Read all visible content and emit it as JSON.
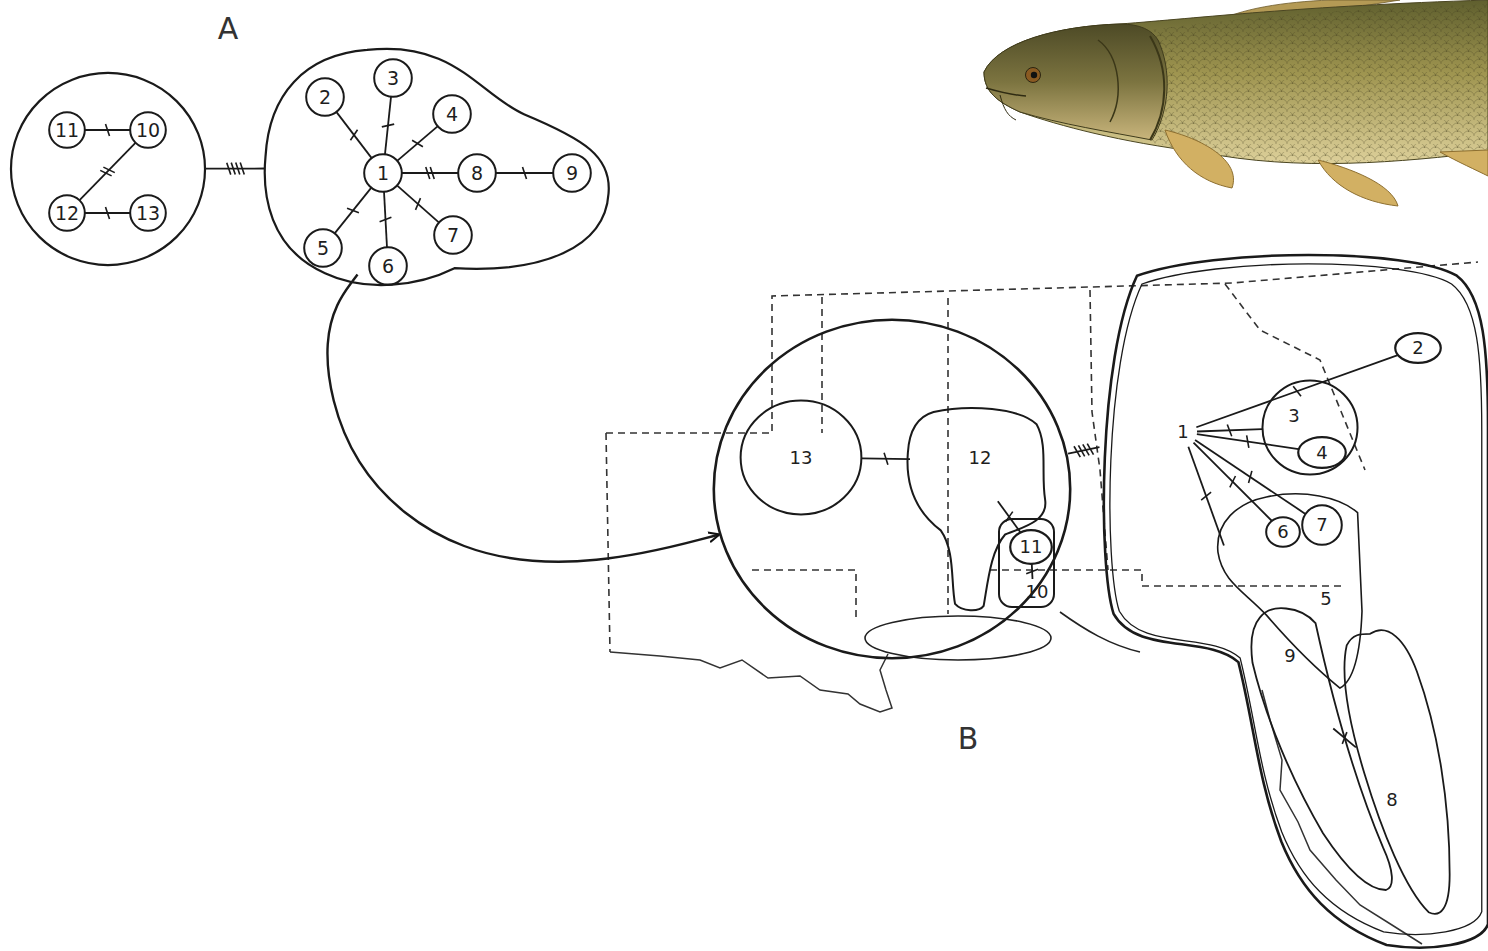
{
  "diagram": {
    "nodes": [
      {
        "text": []
      },
      {
        "text": [
          "11"
        ],
        "in": 0
      },
      {
        "text": [
          "10"
        ],
        "in": 0
      },
      {
        "text": [
          "12"
        ],
        "in": 0
      },
      {
        "text": [
          "13"
        ],
        "in": 0
      },
      {
        "text": []
      },
      {
        "text": [
          "2"
        ],
        "in": 5
      },
      {
        "text": [
          "3"
        ],
        "in": 5
      },
      {
        "text": [
          "4"
        ],
        "in": 5
      },
      {
        "text": [
          "1"
        ],
        "in": 5
      },
      {
        "text": [
          "8"
        ],
        "in": 5
      },
      {
        "text": [
          "9"
        ],
        "in": 5
      },
      {
        "text": [
          "5"
        ],
        "in": 5
      },
      {
        "text": [
          "6"
        ],
        "in": 5
      },
      {
        "text": [
          "7"
        ],
        "in": 5
      },
      {
        "text": []
      },
      {
        "text": [
          "13"
        ],
        "in": 15
      },
      {
        "text": [
          "12"
        ],
        "in": 15
      },
      {
        "text": [
          "10"
        ],
        "in": 15
      },
      {
        "text": [
          "11"
        ],
        "in": 18
      },
      {
        "text": []
      },
      {
        "text": [
          "1"
        ],
        "in": 20
      },
      {
        "text": [
          "2"
        ],
        "in": 20
      },
      {
        "text": [
          "3"
        ],
        "in": 20
      },
      {
        "text": [
          "4"
        ],
        "in": 23
      },
      {
        "text": [
          "5"
        ],
        "in": 20
      },
      {
        "text": [
          "6"
        ],
        "in": 25
      },
      {
        "text": [
          "7"
        ],
        "in": 25
      },
      {
        "text": [
          "9"
        ],
        "in": 20
      },
      {
        "text": [
          "8"
        ],
        "in": 20
      }
    ],
    "edges": [
      {
        "from": 1,
        "to": 2,
        "arrow": "none"
      },
      {
        "from": 3,
        "to": 2,
        "arrow": "none"
      },
      {
        "from": 3,
        "to": 4,
        "arrow": "none"
      },
      {
        "from": 0,
        "to": 5,
        "arrow": "none"
      },
      {
        "from": 9,
        "to": 6,
        "arrow": "none"
      },
      {
        "from": 9,
        "to": 7,
        "arrow": "none"
      },
      {
        "from": 9,
        "to": 8,
        "arrow": "none"
      },
      {
        "from": 9,
        "to": 10,
        "arrow": "none"
      },
      {
        "from": 10,
        "to": 11,
        "arrow": "none"
      },
      {
        "from": 9,
        "to": 12,
        "arrow": "none"
      },
      {
        "from": 9,
        "to": 13,
        "arrow": "none"
      },
      {
        "from": 9,
        "to": 14,
        "arrow": "none"
      },
      {
        "from": 5,
        "to": 15,
        "arrow": "to"
      },
      {
        "from": 16,
        "to": 17,
        "arrow": "none"
      },
      {
        "from": 17,
        "to": 19,
        "arrow": "none"
      },
      {
        "from": 19,
        "to": 18,
        "arrow": "none"
      },
      {
        "from": 15,
        "to": 20,
        "arrow": "none"
      },
      {
        "from": 21,
        "to": 22,
        "arrow": "none"
      },
      {
        "from": 21,
        "to": 23,
        "arrow": "none"
      },
      {
        "from": 21,
        "to": 24,
        "arrow": "none"
      },
      {
        "from": 21,
        "to": 26,
        "arrow": "none"
      },
      {
        "from": 21,
        "to": 27,
        "arrow": "none"
      },
      {
        "from": 21,
        "to": 25,
        "arrow": "none"
      },
      {
        "from": 28,
        "to": 29,
        "arrow": "none"
      }
    ],
    "labels": [
      "A",
      "B"
    ]
  }
}
